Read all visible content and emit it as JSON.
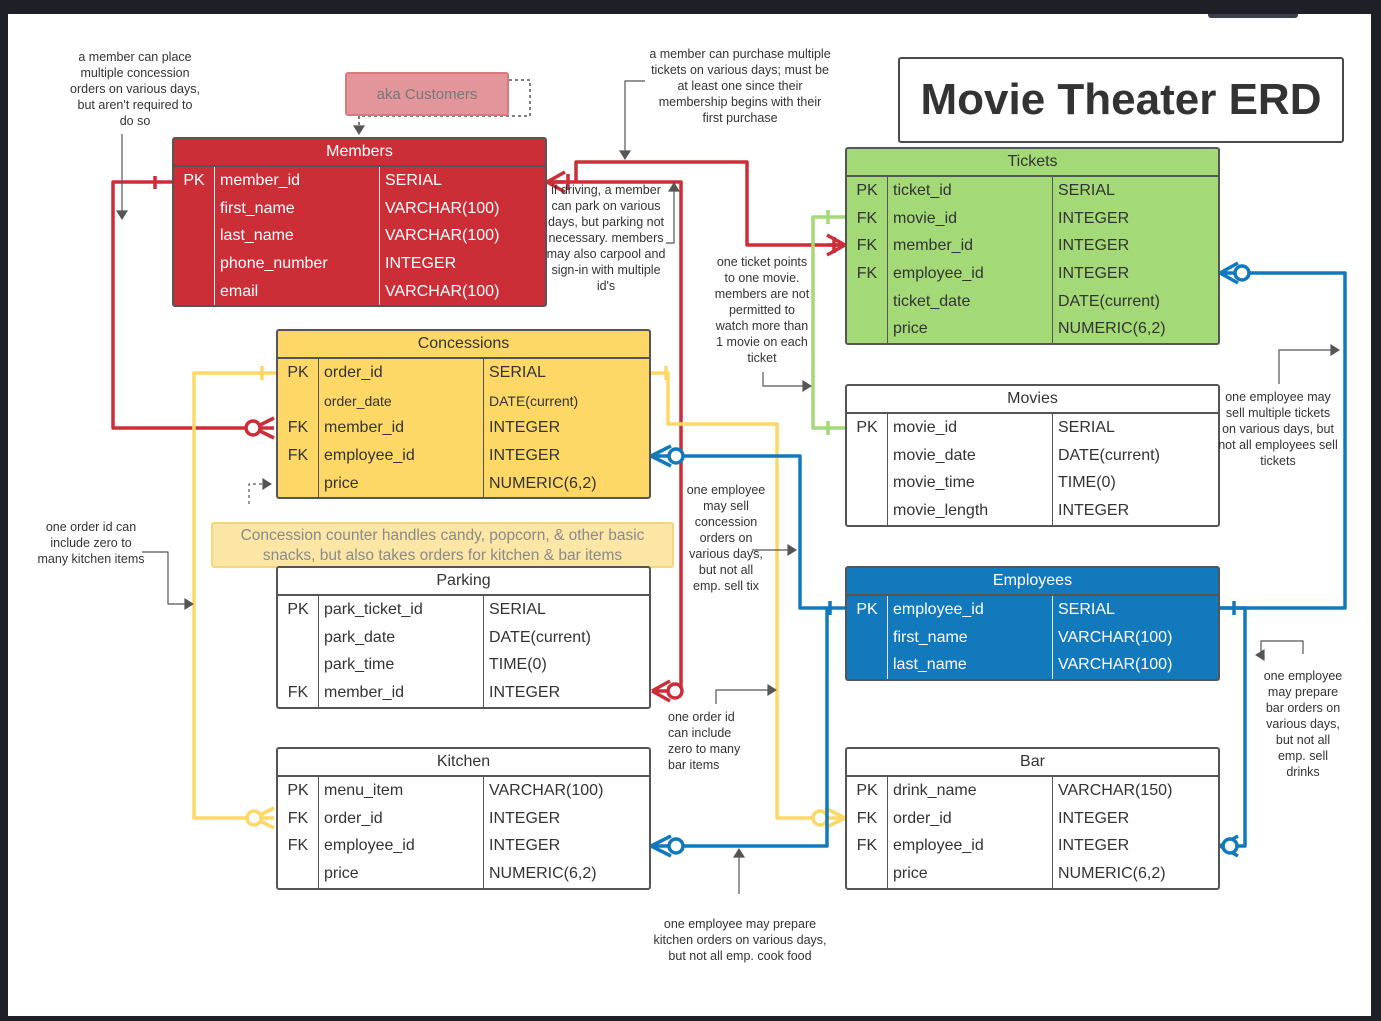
{
  "title": "Movie Theater ERD",
  "aka_label": "aka Customers",
  "concession_note": "Concession counter handles candy, popcorn, & other basic snacks, but also takes orders for kitchen & bar items",
  "colors": {
    "members": "#cc2e38",
    "concessions": "#fdd867",
    "tickets": "#a3d977",
    "employees": "#1279bd",
    "white_table": "#ffffff"
  },
  "entities": {
    "members": {
      "name": "Members",
      "rows": [
        {
          "key": "PK",
          "name": "member_id",
          "type": "SERIAL"
        },
        {
          "key": "",
          "name": "first_name",
          "type": "VARCHAR(100)"
        },
        {
          "key": "",
          "name": "last_name",
          "type": "VARCHAR(100)"
        },
        {
          "key": "",
          "name": "phone_number",
          "type": "INTEGER"
        },
        {
          "key": "",
          "name": "email",
          "type": "VARCHAR(100)"
        }
      ]
    },
    "concessions": {
      "name": "Concessions",
      "rows": [
        {
          "key": "PK",
          "name": "order_id",
          "type": "SERIAL"
        },
        {
          "key": "",
          "name": "order_date",
          "type": "DATE(current)"
        },
        {
          "key": "FK",
          "name": "member_id",
          "type": "INTEGER"
        },
        {
          "key": "FK",
          "name": "employee_id",
          "type": "INTEGER"
        },
        {
          "key": "",
          "name": "price",
          "type": "NUMERIC(6,2)"
        }
      ]
    },
    "parking": {
      "name": "Parking",
      "rows": [
        {
          "key": "PK",
          "name": "park_ticket_id",
          "type": "SERIAL"
        },
        {
          "key": "",
          "name": "park_date",
          "type": "DATE(current)"
        },
        {
          "key": "",
          "name": "park_time",
          "type": "TIME(0)"
        },
        {
          "key": "FK",
          "name": "member_id",
          "type": "INTEGER"
        }
      ]
    },
    "kitchen": {
      "name": "Kitchen",
      "rows": [
        {
          "key": "PK",
          "name": "menu_item",
          "type": "VARCHAR(100)"
        },
        {
          "key": "FK",
          "name": "order_id",
          "type": "INTEGER"
        },
        {
          "key": "FK",
          "name": "employee_id",
          "type": "INTEGER"
        },
        {
          "key": "",
          "name": "price",
          "type": "NUMERIC(6,2)"
        }
      ]
    },
    "tickets": {
      "name": "Tickets",
      "rows": [
        {
          "key": "PK",
          "name": "ticket_id",
          "type": "SERIAL"
        },
        {
          "key": "FK",
          "name": "movie_id",
          "type": "INTEGER"
        },
        {
          "key": "FK",
          "name": "member_id",
          "type": "INTEGER"
        },
        {
          "key": "FK",
          "name": "employee_id",
          "type": "INTEGER"
        },
        {
          "key": "",
          "name": "ticket_date",
          "type": "DATE(current)"
        },
        {
          "key": "",
          "name": "price",
          "type": "NUMERIC(6,2)"
        }
      ]
    },
    "movies": {
      "name": "Movies",
      "rows": [
        {
          "key": "PK",
          "name": "movie_id",
          "type": "SERIAL"
        },
        {
          "key": "",
          "name": "movie_date",
          "type": "DATE(current)"
        },
        {
          "key": "",
          "name": "movie_time",
          "type": "TIME(0)"
        },
        {
          "key": "",
          "name": "movie_length",
          "type": "INTEGER"
        }
      ]
    },
    "employees": {
      "name": "Employees",
      "rows": [
        {
          "key": "PK",
          "name": "employee_id",
          "type": "SERIAL"
        },
        {
          "key": "",
          "name": "first_name",
          "type": "VARCHAR(100)"
        },
        {
          "key": "",
          "name": "last_name",
          "type": "VARCHAR(100)"
        }
      ]
    },
    "bar": {
      "name": "Bar",
      "rows": [
        {
          "key": "PK",
          "name": "drink_name",
          "type": "VARCHAR(150)"
        },
        {
          "key": "FK",
          "name": "order_id",
          "type": "INTEGER"
        },
        {
          "key": "FK",
          "name": "employee_id",
          "type": "INTEGER"
        },
        {
          "key": "",
          "name": "price",
          "type": "NUMERIC(6,2)"
        }
      ]
    }
  },
  "notes": {
    "member_concession": "a member can place multiple concession orders on various days, but aren't required to do so",
    "member_tickets": "a member can purchase multiple tickets on various days; must be at least one since their membership begins with their first purchase",
    "parking": "if driving, a member can park on various days, but parking not necessary. members may also carpool and sign-in with multiple id's",
    "ticket_movie": "one ticket points to one movie. members are not permitted to watch more than 1 movie on each ticket",
    "employee_tickets": "one employee may sell multiple tickets on various days, but not all employees sell tickets",
    "order_kitchen": "one order id can include zero to many kitchen items",
    "employee_concession": "one employee may sell concession orders on various days, but not all emp. sell tix",
    "order_bar": "one order id can include zero to many bar items",
    "employee_bar": "one employee may prepare bar orders on various days, but not all emp. sell drinks",
    "employee_kitchen": "one employee may prepare kitchen orders on various days, but not all emp. cook food"
  }
}
